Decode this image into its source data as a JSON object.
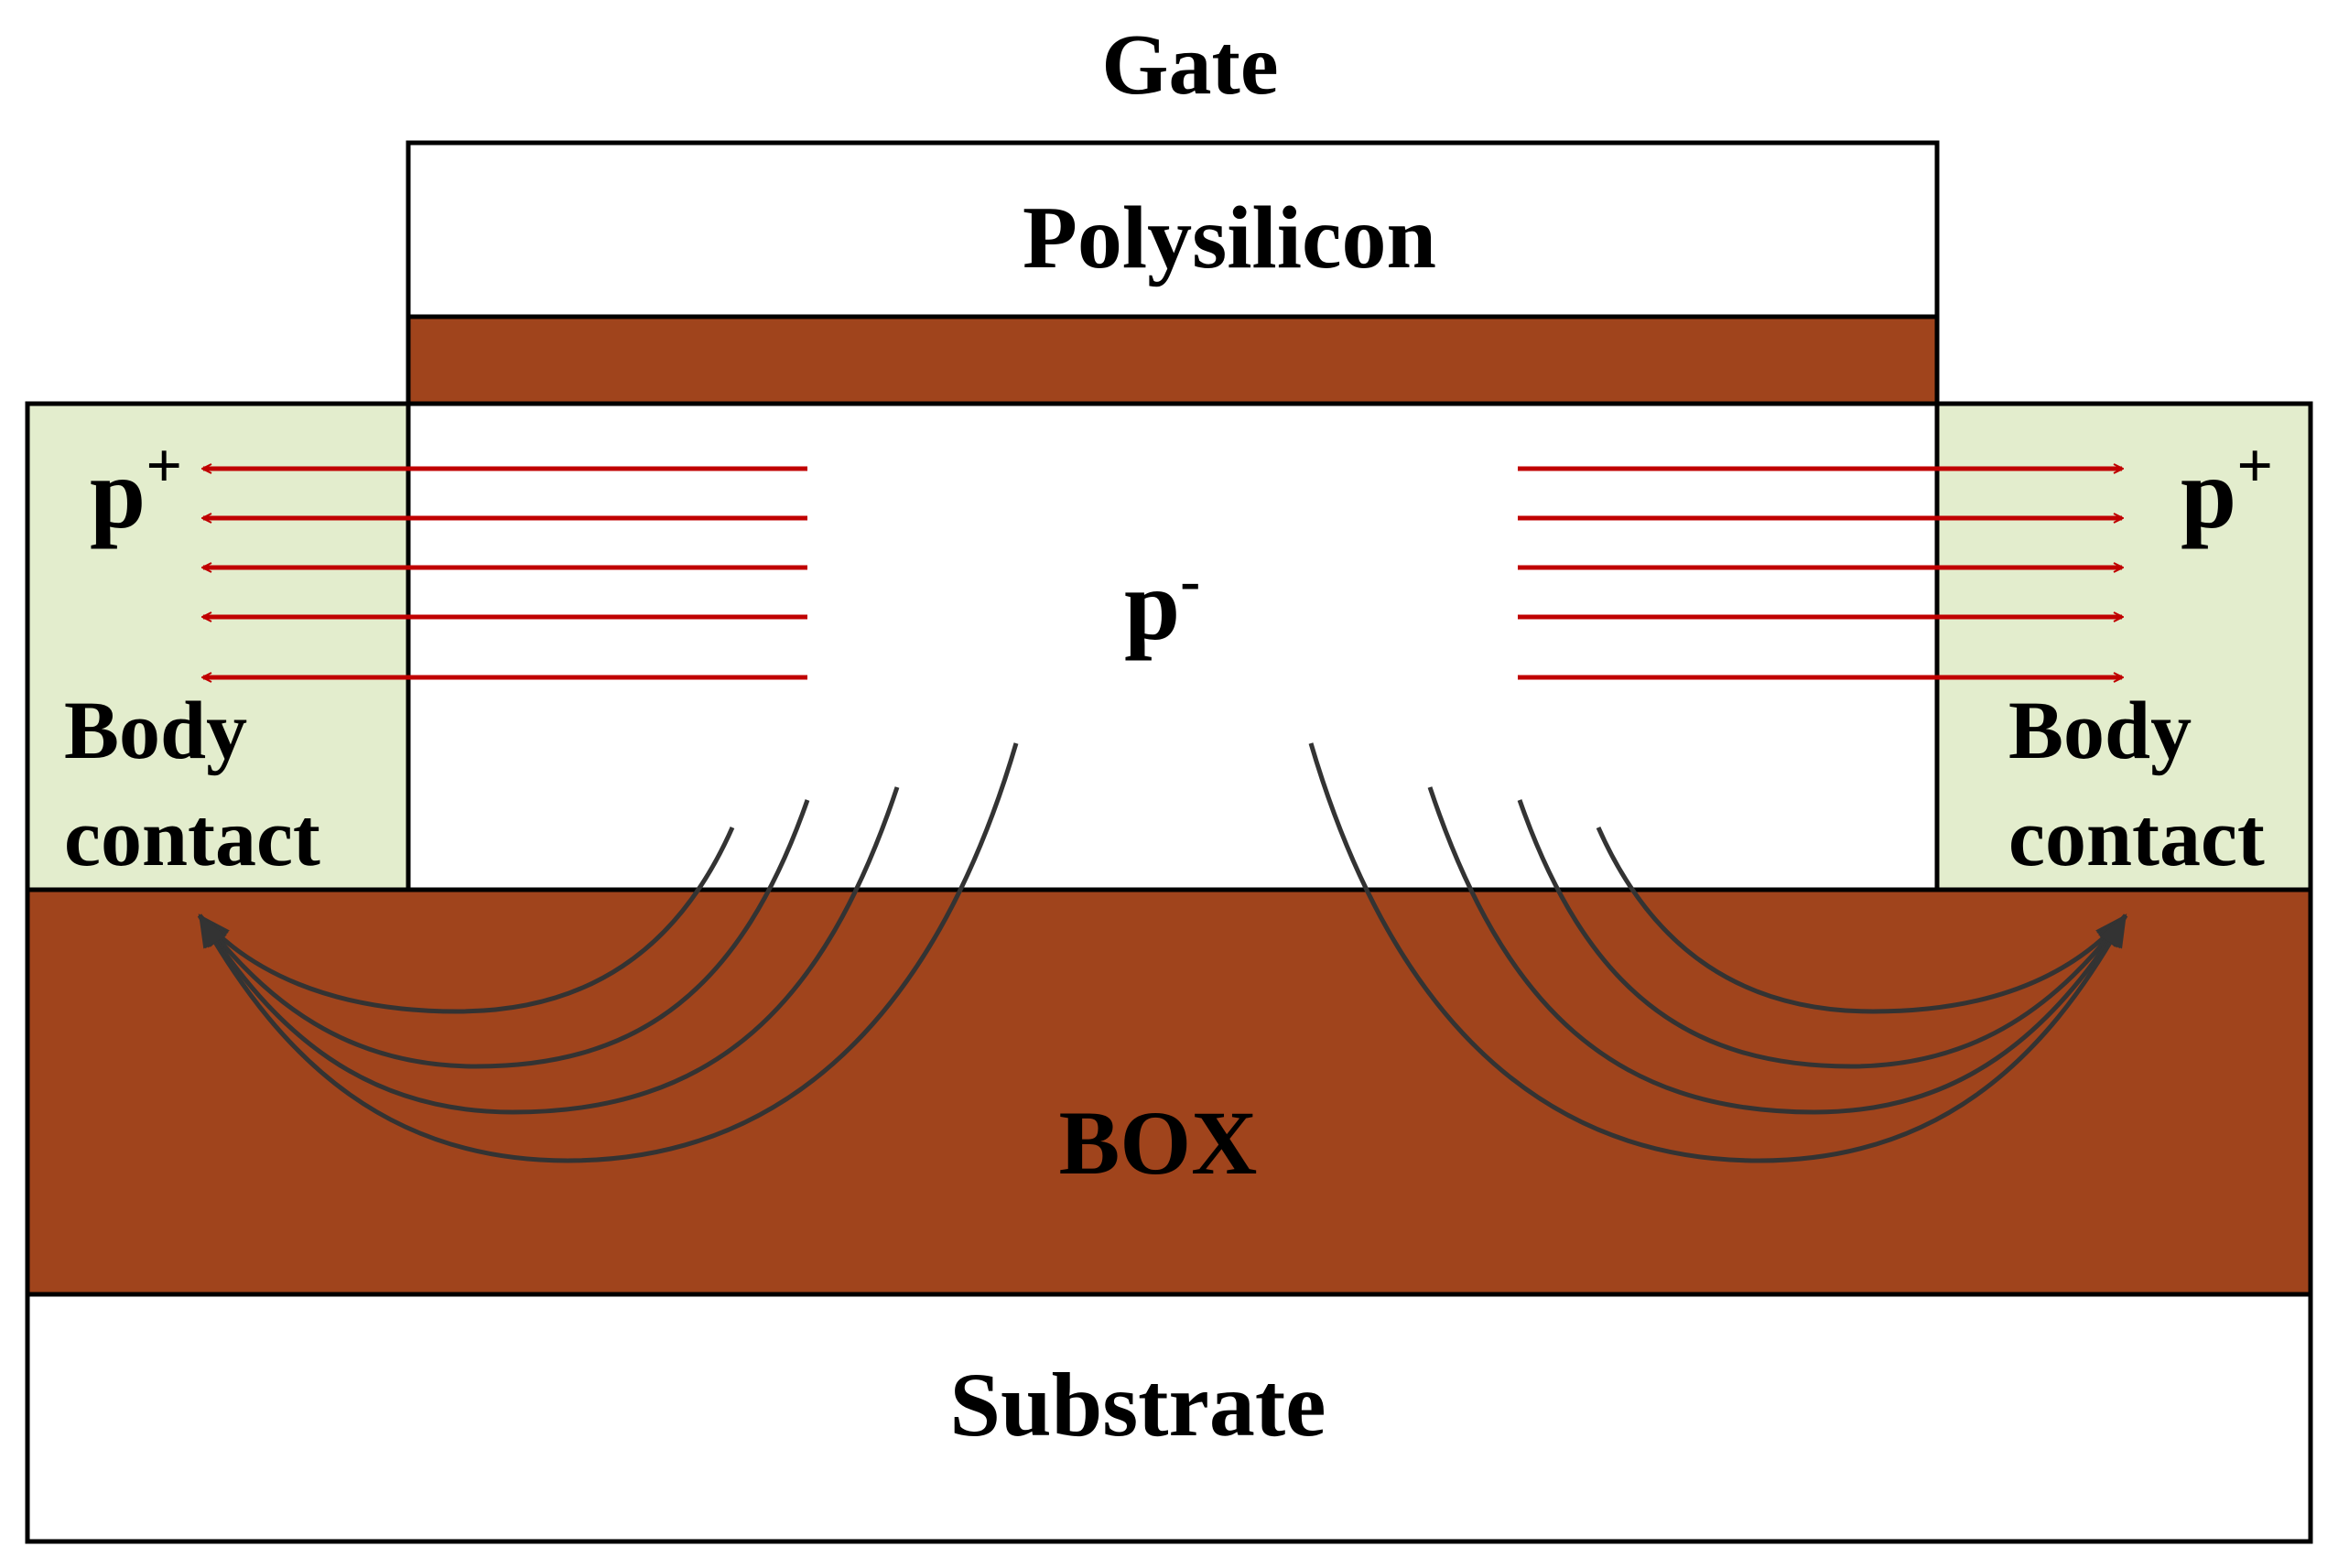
{
  "labels": {
    "gate": "Gate",
    "polysilicon": "Polysilicon",
    "channel_base": "p",
    "channel_sup": "-",
    "left_contact_base": "p",
    "left_contact_sup": "+",
    "right_contact_base": "p",
    "right_contact_sup": "+",
    "left_body_line1": "Body",
    "left_body_line2": "contact",
    "right_body_line1": "Body",
    "right_body_line2": "contact",
    "box": "BOX",
    "substrate": "Substrate"
  },
  "colors": {
    "oxide": "#A0441C",
    "contact": "#E3EDCD",
    "outline": "#000000",
    "field_arrow": "#C00000",
    "curve_arrow": "#333333",
    "background": "#FFFFFF"
  }
}
